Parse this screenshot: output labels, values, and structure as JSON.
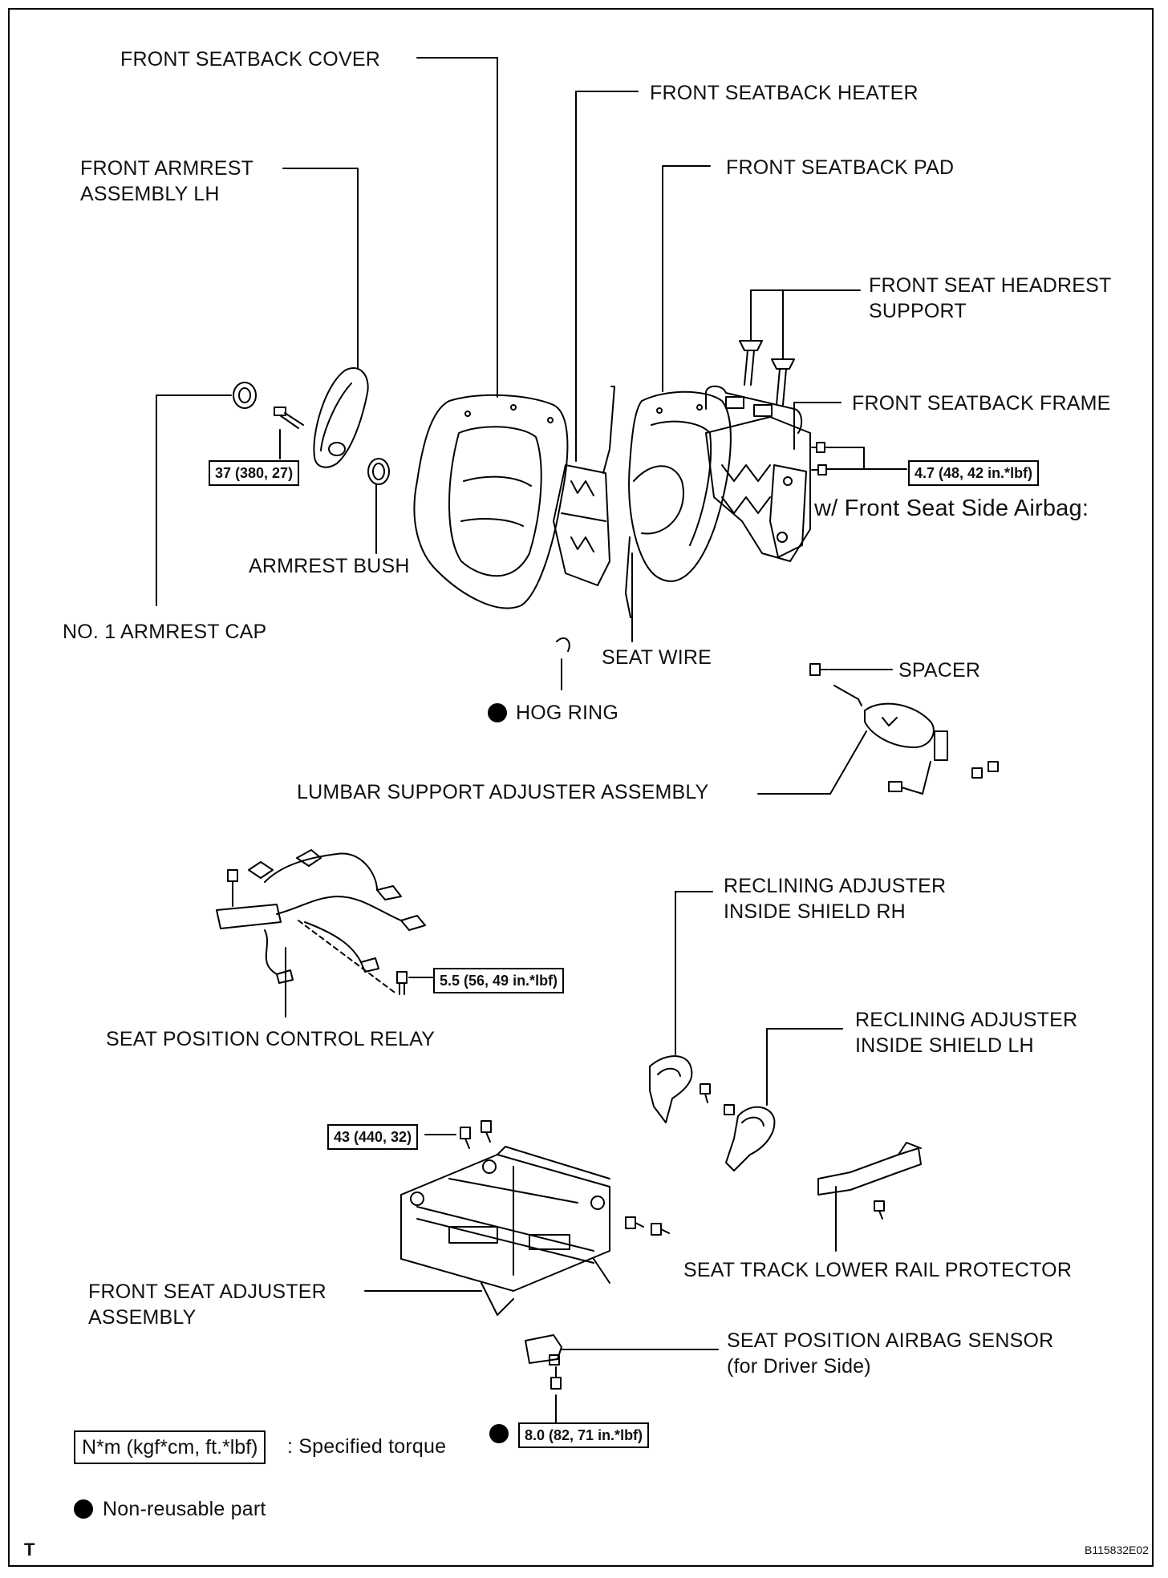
{
  "labels": {
    "front_seatback_cover": "FRONT SEATBACK COVER",
    "front_seatback_heater": "FRONT SEATBACK HEATER",
    "front_armrest_assembly_lh": "FRONT ARMREST\nASSEMBLY LH",
    "front_seatback_pad": "FRONT SEATBACK PAD",
    "front_seat_headrest_support": "FRONT SEAT HEADREST\nSUPPORT",
    "front_seatback_frame": "FRONT SEATBACK FRAME",
    "w_front_seat_side_airbag": "w/ Front Seat Side Airbag:",
    "armrest_bush": "ARMREST BUSH",
    "no1_armrest_cap": "NO. 1 ARMREST CAP",
    "seat_wire": "SEAT WIRE",
    "hog_ring": "HOG RING",
    "spacer": "SPACER",
    "lumbar_support_adjuster_assembly": "LUMBAR SUPPORT ADJUSTER ASSEMBLY",
    "reclining_adjuster_inside_shield_rh": "RECLINING ADJUSTER\nINSIDE SHIELD RH",
    "seat_position_control_relay": "SEAT POSITION CONTROL RELAY",
    "reclining_adjuster_inside_shield_lh": "RECLINING ADJUSTER\nINSIDE SHIELD LH",
    "seat_track_lower_rail_protector": "SEAT TRACK LOWER RAIL PROTECTOR",
    "front_seat_adjuster_assembly": "FRONT SEAT ADJUSTER\nASSEMBLY",
    "seat_position_airbag_sensor": "SEAT POSITION AIRBAG SENSOR\n(for Driver Side)"
  },
  "torques": {
    "armrest": "37 (380, 27)",
    "seatback_frame": "4.7 (48, 42 in.*lbf)",
    "relay": "5.5 (56, 49 in.*lbf)",
    "adjuster": "43 (440, 32)",
    "sensor": "8.0 (82, 71 in.*lbf)"
  },
  "legend": {
    "torque_box": "N*m (kgf*cm, ft.*lbf)",
    "torque_text": ": Specified torque",
    "non_reusable": "Non-reusable part"
  },
  "corner_left": "T",
  "figure_id": "B115832E02"
}
